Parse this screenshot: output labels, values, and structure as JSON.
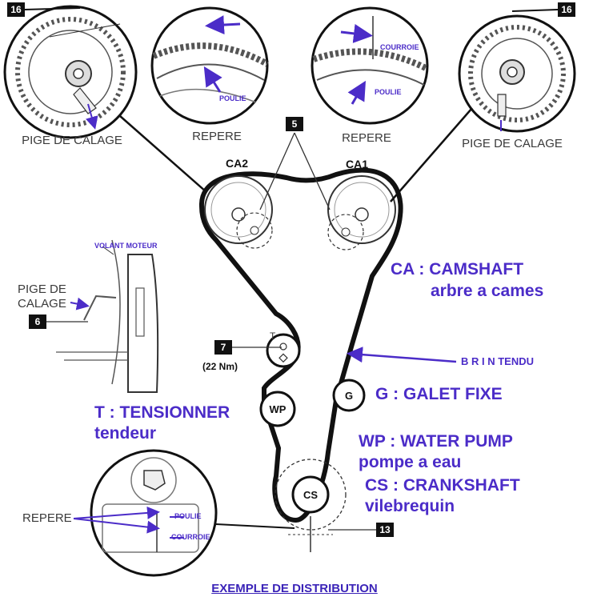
{
  "callouts": {
    "num_16": "16",
    "num_5": "5",
    "num_6": "6",
    "num_7": "7",
    "num_13": "13"
  },
  "labels": {
    "pige_left": "PIGE DE CALAGE",
    "repere_left": "REPERE",
    "repere_right": "REPERE",
    "pige_right": "PIGE DE CALAGE",
    "ca2": "CA2",
    "ca1": "CA1",
    "volant": "VOLANT MOTEUR",
    "pige_side_1": "PIGE DE",
    "pige_side_2": "CALAGE",
    "torque": "(22 Nm)",
    "t_letter": "T",
    "repere_bottom": "REPERE"
  },
  "pulleys": {
    "wp": "WP",
    "g": "G",
    "cs": "CS"
  },
  "detail_text": {
    "poulie": "POULIE",
    "courroie": "COURROIE"
  },
  "legend": {
    "ca_1": "CA : CAMSHAFT",
    "ca_2": "arbre a cames",
    "brin": "B R I N  TENDU",
    "g": "G : GALET FIXE",
    "t_1": "T : TENSIONNER",
    "t_2": "tendeur",
    "wp_1": "WP : WATER PUMP",
    "wp_2": "pompe a eau",
    "cs_1": "CS : CRANKSHAFT",
    "cs_2": "vilebrequin"
  },
  "caption": "EXEMPLE DE DISTRIBUTION",
  "colors": {
    "accent_blue": "#4b2cc8",
    "belt": "#111111",
    "line": "#333333"
  }
}
